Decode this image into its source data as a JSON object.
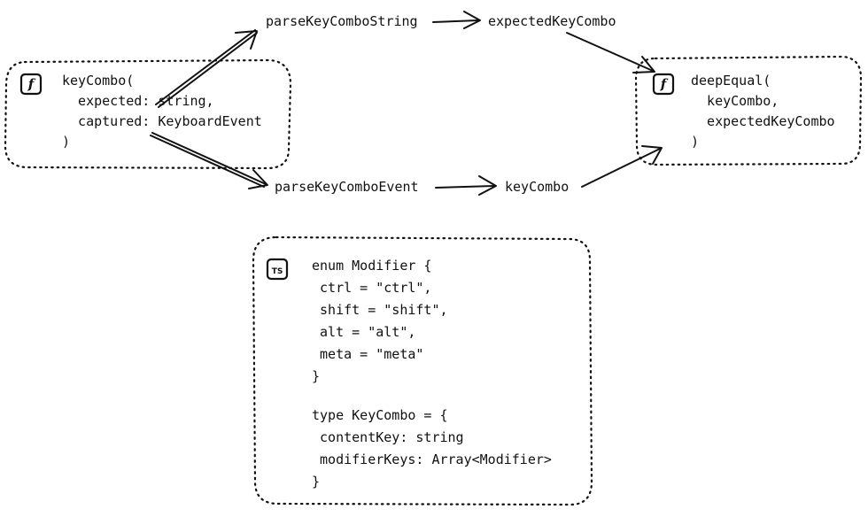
{
  "functions": {
    "keycombo": {
      "icon": "function-icon",
      "lines": [
        "keyCombo(",
        "  expected: string,",
        "  captured: KeyboardEvent",
        ")"
      ]
    },
    "deepequal": {
      "icon": "function-icon",
      "lines": [
        "deepEqual(",
        "  keyCombo,",
        "  expectedKeyCombo",
        ")"
      ]
    }
  },
  "flow_nodes": {
    "parse_string": "parseKeyComboString",
    "expected_key_combo": "expectedKeyCombo",
    "parse_event": "parseKeyComboEvent",
    "key_combo": "keyCombo"
  },
  "types_box": {
    "icon": "typescript-icon",
    "icon_label": "TS",
    "lines": [
      "enum Modifier {",
      " ctrl = \"ctrl\",",
      " shift = \"shift\",",
      " alt = \"alt\",",
      " meta = \"meta\"",
      "}",
      "",
      "type KeyCombo = {",
      " contentKey: string",
      " modifierKeys: Array<Modifier>",
      "}"
    ]
  }
}
